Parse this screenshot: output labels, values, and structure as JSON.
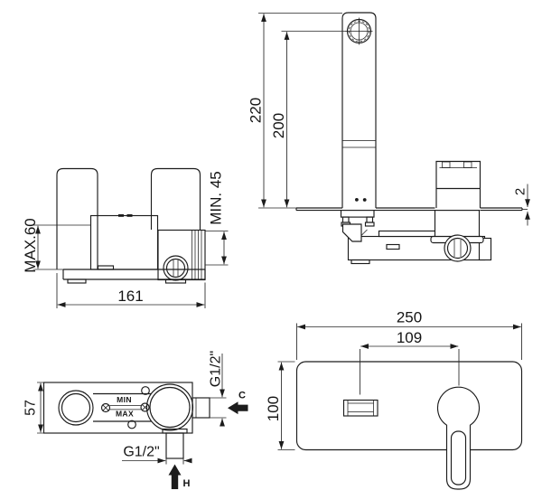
{
  "drawing": {
    "background": "#ffffff",
    "line_color": "#1c1c1c",
    "views": {
      "rough_in_side": {
        "dim_depth_max": "MAX.60",
        "dim_depth_min": "MIN. 45",
        "dim_width": "161"
      },
      "mixer_side": {
        "dim_height_total": "220",
        "dim_height_spout": "200",
        "dim_plate_thickness": "2"
      },
      "rough_in_front": {
        "dim_height": "57",
        "marking_min": "MIN",
        "marking_max": "MAX",
        "cold_thread": "G1/2\"",
        "hot_thread": "G1/2\"",
        "cold_label": "C",
        "hot_label": "H"
      },
      "trim_front": {
        "dim_width": "250",
        "dim_spout_to_handle": "109",
        "dim_height": "100"
      }
    }
  }
}
